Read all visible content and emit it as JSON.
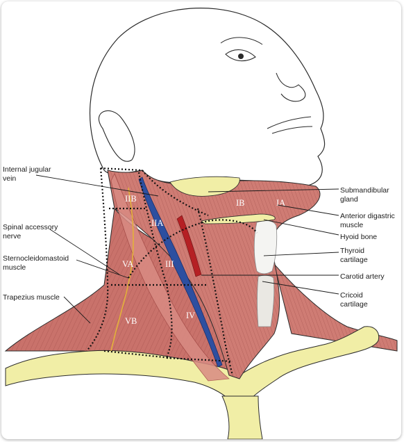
{
  "labels_left": [
    {
      "key": "ijv",
      "text": "Internal jugular\nvein"
    },
    {
      "key": "san",
      "text": "Spinal accessory\nnerve"
    },
    {
      "key": "scm",
      "text": "Sternocleidomastoid\nmuscle"
    },
    {
      "key": "trap",
      "text": "Trapezius muscle"
    }
  ],
  "labels_right": [
    {
      "key": "smg",
      "text": "Submandibular\ngland"
    },
    {
      "key": "adm",
      "text": "Anterior digastric\nmuscle"
    },
    {
      "key": "hyoid",
      "text": "Hyoid bone"
    },
    {
      "key": "thyroid",
      "text": "Thyroid\ncartilage"
    },
    {
      "key": "carotid",
      "text": "Carotid artery"
    },
    {
      "key": "cricoid",
      "text": "Cricoid\ncartilage"
    }
  ],
  "zones": [
    "IIB",
    "IIA",
    "IB",
    "IA",
    "III",
    "VA",
    "VB",
    "IV"
  ],
  "colors": {
    "muscle": "#c9726b",
    "muscle_light": "#e2a7a0",
    "muscle_dark": "#a24a46",
    "cartilage": "#f1eea6",
    "vein": "#2d4fa0",
    "artery": "#b52024",
    "nerve": "#e3b13a",
    "outline": "#2a2a2a"
  }
}
